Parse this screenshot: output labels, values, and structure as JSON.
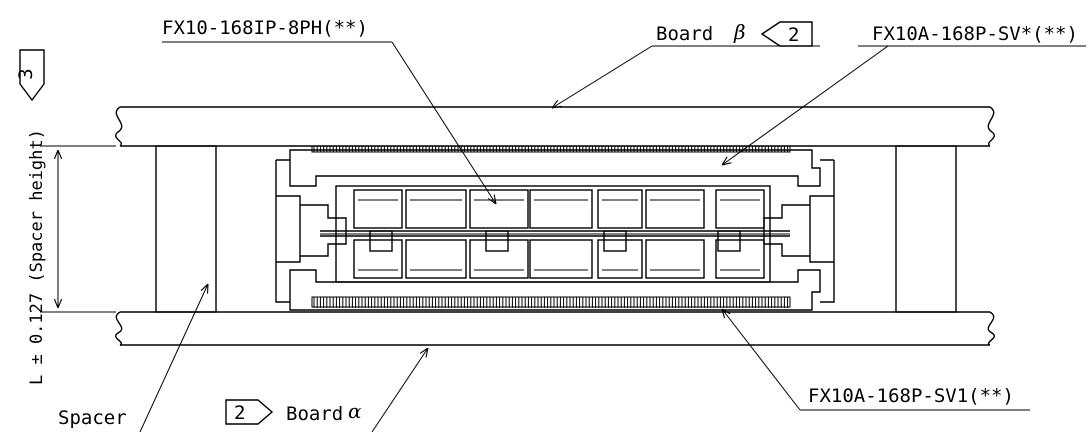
{
  "labels": {
    "plug_part": "FX10-168IP-8PH(**)",
    "board_beta": "Board",
    "beta_symbol": "β",
    "board_beta_note": "2",
    "receptacle_top": "FX10A-168P-SV*(**)",
    "receptacle_bottom": "FX10A-168P-SV1(**)",
    "spacer": "Spacer",
    "board_alpha": "Board",
    "alpha_symbol": "α",
    "board_alpha_note": "2",
    "height_note": "3",
    "spacer_height": "L ± 0.127 (Spacer height)"
  }
}
